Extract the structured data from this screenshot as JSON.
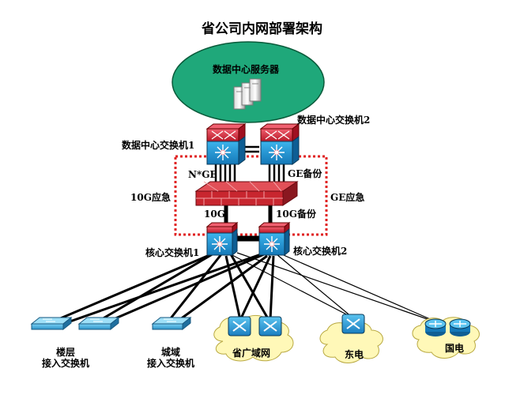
{
  "title": "省公司内网部署架构",
  "datacenter": {
    "label": "数据中心服务器"
  },
  "switches": {
    "dc1": "数据中心交换机1",
    "dc2": "数据中心交换机2",
    "core1": "核心交换机1",
    "core2": "核心交换机2"
  },
  "links": {
    "nge": "N*GE",
    "ge_backup": "GE备份",
    "emerg_10g": "10G应急",
    "emerg_ge": "GE应急",
    "g10": "10G",
    "g10_backup": "10G备份"
  },
  "access": {
    "floor_line1": "楼层",
    "floor_line2": "接入交换机",
    "city_line1": "城域",
    "city_line2": "接入交换机"
  },
  "clouds": {
    "wan": "省广域网",
    "east": "东电",
    "state": "国电"
  },
  "colors": {
    "ellipse": "#1FA87A",
    "switch_top": "#D3273A",
    "switch_body": "#1B8FD0",
    "firewall": "#C8262F",
    "cloud": "#FFF8B8",
    "emergency": "#E02020"
  }
}
